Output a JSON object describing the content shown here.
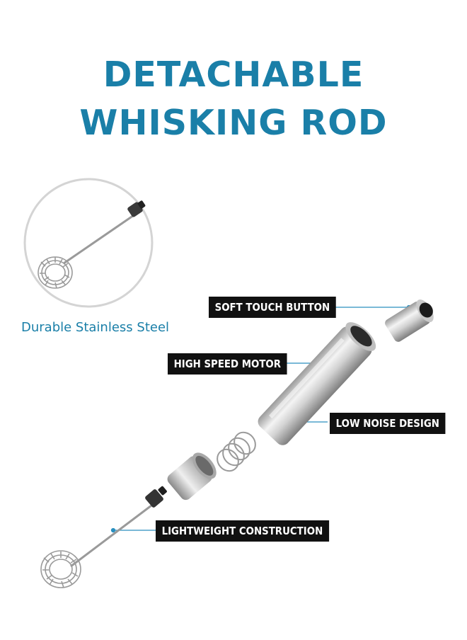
{
  "title": {
    "line1": "DETACHABLE",
    "line2": "WHISKING ROD",
    "color": "#1a7fa8"
  },
  "inset": {
    "caption": "Durable Stainless Steel",
    "caption_color": "#1a7fa8"
  },
  "callouts": [
    {
      "text": "SOFT TOUCH BUTTON"
    },
    {
      "text": "HIGH SPEED MOTOR"
    },
    {
      "text": "LOW NOISE DESIGN"
    },
    {
      "text": "LIGHTWEIGHT CONSTRUCTION"
    }
  ],
  "colors": {
    "leader_line": "#2a8fbf",
    "label_bg": "#111111",
    "steel_light": "#e8e8e8",
    "steel_dark": "#8f8f8f"
  }
}
